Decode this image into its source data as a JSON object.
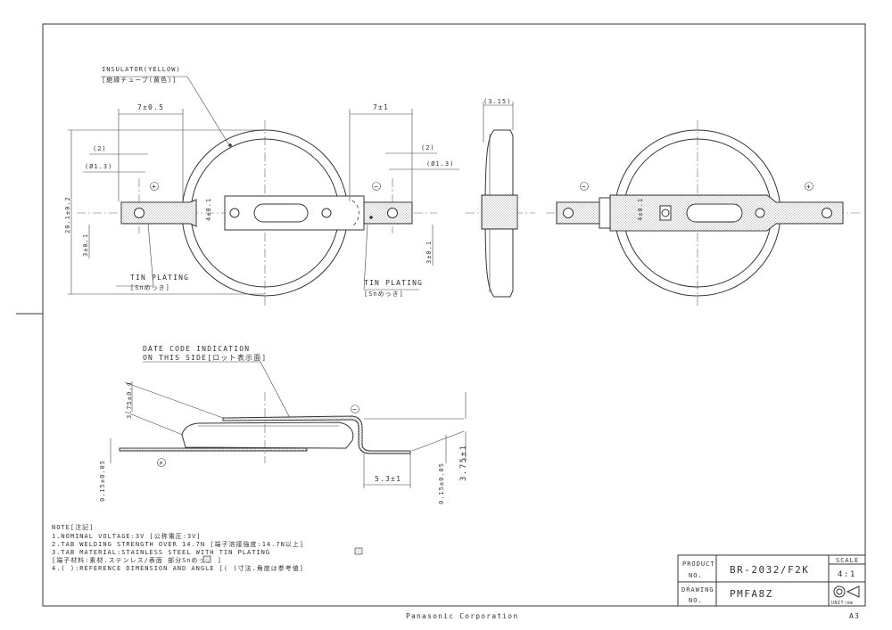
{
  "views": {
    "front": {
      "insulator_label": "INSULATOR(YELLOW)",
      "insulator_label_jp": "[絶縁チューブ(黄色)]",
      "dim_left_tab_offset": "7±0.5",
      "dim_right_tab_offset": "7±1",
      "dim_left_tab_width": "(2)",
      "dim_left_hole": "(Ø1.3)",
      "dim_right_tab_width": "(2)",
      "dim_right_hole": "(Ø1.3)",
      "dim_overall_height": "20.1±0.2",
      "dim_tab_height": "4±0.1",
      "dim_left_tab_edge": "3±0.1",
      "dim_right_tab_edge": "3±0.1",
      "plus_mark": "+",
      "minus_mark": "−",
      "tin_plating_left": "TIN PLATING",
      "tin_plating_left_jp": "[Snめっき]",
      "tin_plating_right": "TIN PLATING",
      "tin_plating_right_jp": "[Snめっき]"
    },
    "side": {
      "dim_thickness": "(3.15)"
    },
    "back": {
      "minus_mark": "−",
      "plus_mark": "+",
      "dim_tab_height": "4±0.1"
    },
    "profile": {
      "date_code_label_1": "DATE CODE INDICATION",
      "date_code_label_2": "ON THIS SIDE[ロット表示面]",
      "dim_cell_height": "3.75±0.4",
      "dim_left_thickness": "0.15±0.05",
      "dim_right_thickness": "0.15±0.05",
      "dim_step": "5.3±1",
      "dim_right_height": "3.75±1",
      "minus_mark": "−",
      "plus_mark": "+"
    }
  },
  "notes": {
    "title": "NOTE[注記]",
    "lines": [
      "1.NOMINAL VOLTAGE:3V [公称電圧:3V]",
      "2.TAB WELDING STRENGTH OVER 14.7N [端子溶接強度:14.7N以上]",
      "3.TAB MATERIAL:STAINLESS STEEL WITH TIN PLATING",
      "  [端子材料:素材.ステンレス/表面 部分Snめっき    ]",
      "4.( ):REFERENCE DIMENSION AND ANGLE [( )寸法.角度は参考値]"
    ]
  },
  "title_block": {
    "product_label_1": "PRODUCT",
    "product_label_2": "NO.",
    "product_no": "BR-2032/F2K",
    "drawing_label_1": "DRAWING",
    "drawing_label_2": "NO.",
    "drawing_no": "PMFA8Z",
    "scale_label": "SCALE",
    "scale_value": "4:1",
    "unit_label": "UNIT:mm"
  },
  "footer": {
    "company": "Panasonic Corporation",
    "sheet_size": "A3"
  }
}
